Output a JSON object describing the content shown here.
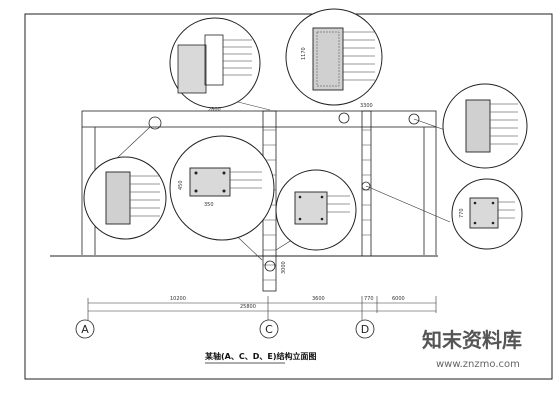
{
  "drawing": {
    "title": "某轴(A、C、D、E)结构立面图",
    "axes": [
      "A",
      "C",
      "D"
    ],
    "dims": {
      "bottom_left": "10200",
      "bottom_total": "25800",
      "bottom_mid": "3600",
      "bottom_right1": "770",
      "bottom_right2": "6000",
      "column_height": "3000",
      "detail_width": "350",
      "detail_height": "450",
      "top_label_left": "2800",
      "top_label_right": "3300",
      "section_1": "1170",
      "section_2": "770"
    }
  },
  "watermark": {
    "name": "知末资料库",
    "url": "www.znzmo.com"
  }
}
